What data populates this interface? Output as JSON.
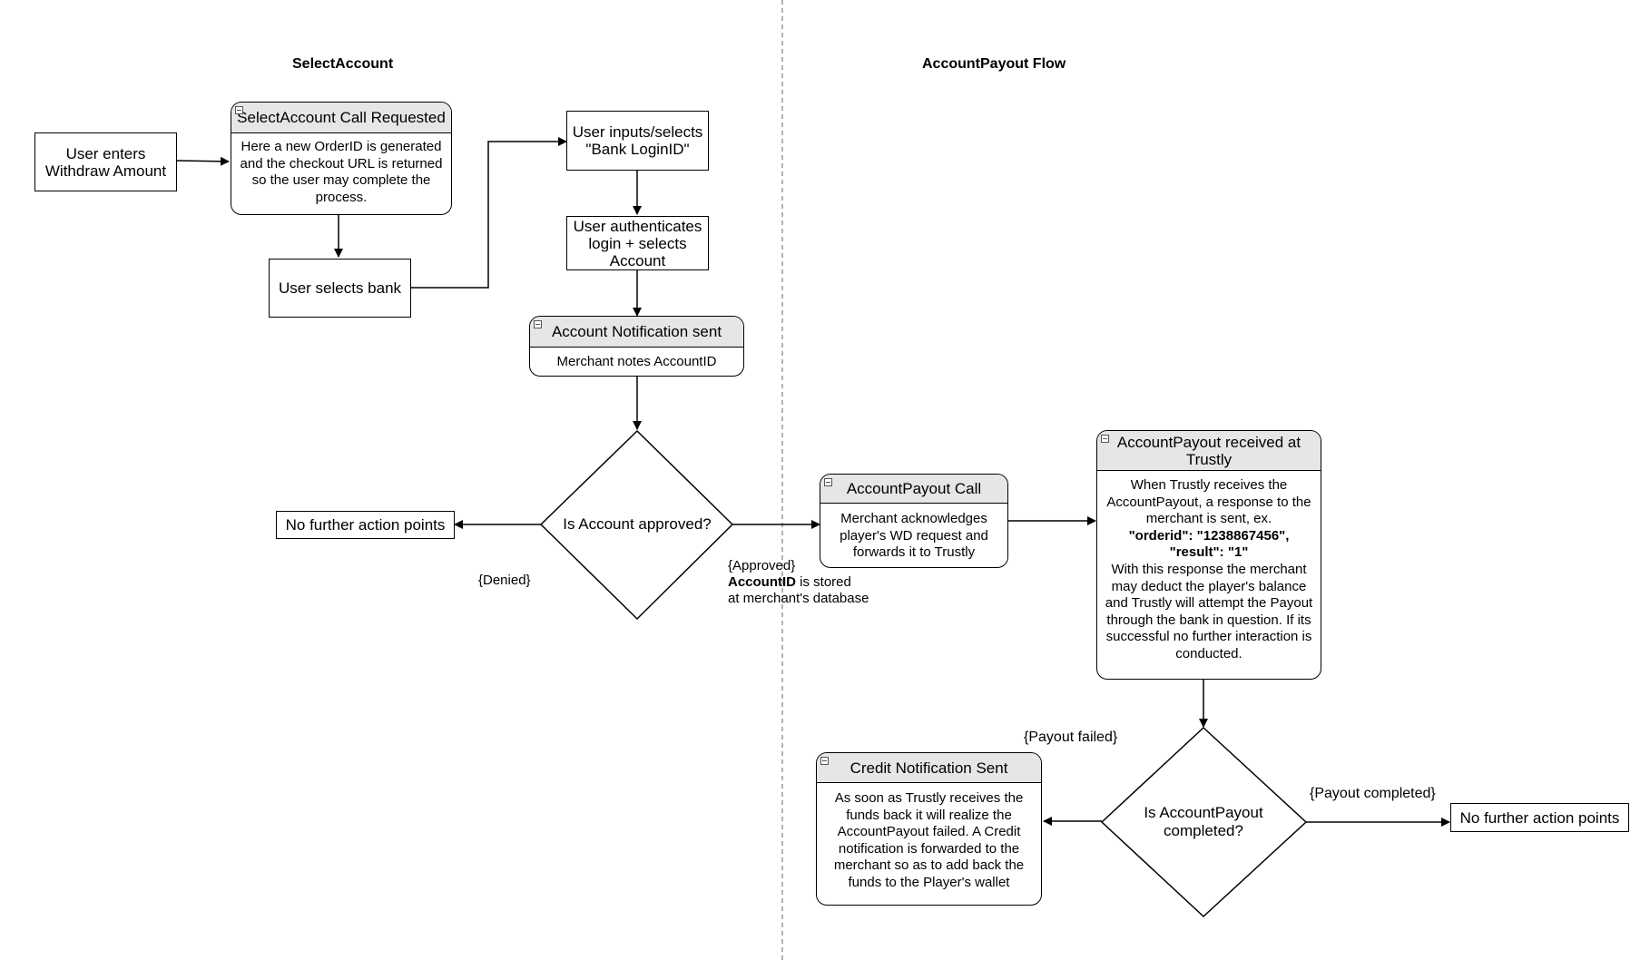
{
  "sections": {
    "left_title": "SelectAccount",
    "right_title": "AccountPayout Flow"
  },
  "nodes": {
    "withdraw": "User enters Withdraw Amount",
    "select_account_call": {
      "title": "SelectAccount Call Requested",
      "body": "Here a new OrderID is generated and the checkout URL is returned so the user may complete the process."
    },
    "select_bank": "User selects bank",
    "bank_login": "User inputs/selects \"Bank LoginID\"",
    "authenticate": "User authenticates login + selects Account",
    "account_notification": {
      "title": "Account Notification sent",
      "body": "Merchant notes AccountID"
    },
    "account_approved": "Is Account approved?",
    "no_action_1": "No further action points",
    "payout_call": {
      "title": "AccountPayout Call",
      "body": "Merchant acknowledges player's WD request and forwards it to Trustly"
    },
    "payout_received": {
      "title": "AccountPayout received at Trustly",
      "body_intro": "When Trustly receives the AccountPayout, a response to the merchant is sent, ex.",
      "body_code_1": "\"orderid\": \"1238867456\",",
      "body_code_2": "\"result\": \"1\"",
      "body_outro": "With this response the merchant may deduct the player's balance and Trustly will attempt the Payout through the bank in question. If its successful no further interaction is conducted."
    },
    "payout_completed": "Is AccountPayout completed?",
    "credit_notification": {
      "title": "Credit Notification Sent",
      "body": "As soon as Trustly receives the funds back it will realize the AccountPayout failed. A Credit notification is forwarded to the merchant so as to add back the funds to the Player's wallet"
    },
    "no_action_2": "No further action points"
  },
  "edge_labels": {
    "denied": "{Denied}",
    "approved": "{Approved}",
    "approved_bold": "AccountID",
    "approved_rest_1": " is stored",
    "approved_rest_2": "at merchant's database",
    "payout_failed": "{Payout failed}",
    "payout_completed": "{Payout completed}"
  },
  "colors": {
    "card_header": "#e6e6e6",
    "line": "#000000",
    "divider": "#999999"
  }
}
